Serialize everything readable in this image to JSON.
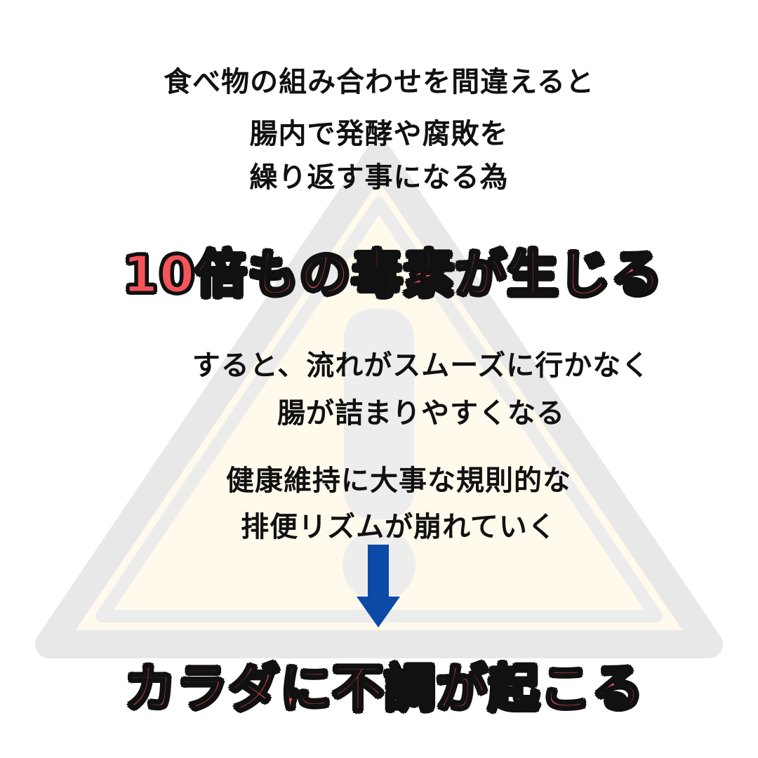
{
  "colors": {
    "background": "#ffffff",
    "triangle_stroke": "#e6e6e6",
    "triangle_fill": "#fffaec",
    "exclamation": "#eeeeee",
    "headline": "#f5545a",
    "text": "#111111",
    "arrow": "#0c4aa8"
  },
  "decor": {
    "background_icon": "warning-triangle-icon",
    "arrow_icon": "arrow-down-icon"
  },
  "intro": {
    "line1": "食べ物の組み合わせを間違えると",
    "line2": "腸内で発酵や腐敗を",
    "line3": "繰り返す事になる為"
  },
  "headline1": "10倍もの毒素が生じる",
  "middle": {
    "line1": "すると、流れがスムーズに行かなく",
    "line2": "腸が詰まりやすくなる"
  },
  "lower": {
    "line1": "健康維持に大事な規則的な",
    "line2": "排便リズムが崩れていく"
  },
  "headline2": "カラダに不調が起こる"
}
